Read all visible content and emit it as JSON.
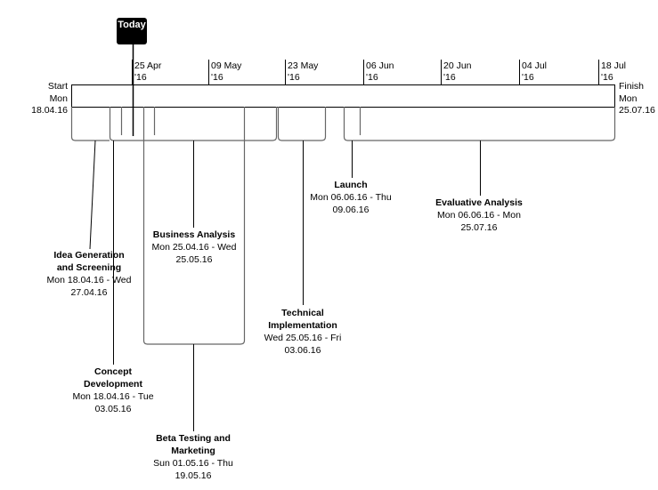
{
  "today_label": "Today",
  "start": {
    "label": "Start",
    "day": "Mon",
    "date": "18.04.16"
  },
  "finish": {
    "label": "Finish",
    "day": "Mon",
    "date": "25.07.16"
  },
  "scale": [
    {
      "date": "25 Apr",
      "year": "'16"
    },
    {
      "date": "09 May",
      "year": "'16"
    },
    {
      "date": "23 May",
      "year": "'16"
    },
    {
      "date": "06 Jun",
      "year": "'16"
    },
    {
      "date": "20 Jun",
      "year": "'16"
    },
    {
      "date": "04 Jul",
      "year": "'16"
    },
    {
      "date": "18 Jul",
      "year": "'16"
    }
  ],
  "tasks": [
    {
      "name1": "Idea Generation",
      "name2": "and Screening",
      "dates1": "Mon 18.04.16 - Wed",
      "dates2": "27.04.16"
    },
    {
      "name1": "Concept",
      "name2": "Development",
      "dates1": "Mon 18.04.16 - Tue",
      "dates2": "03.05.16"
    },
    {
      "name1": "Business Analysis",
      "name2": "",
      "dates1": "Mon 25.04.16 - Wed",
      "dates2": "25.05.16"
    },
    {
      "name1": "Beta Testing and",
      "name2": "Marketing",
      "dates1": "Sun 01.05.16 - Thu",
      "dates2": "19.05.16"
    },
    {
      "name1": "Technical",
      "name2": "Implementation",
      "dates1": "Wed 25.05.16 - Fri",
      "dates2": "03.06.16"
    },
    {
      "name1": "Launch",
      "name2": "",
      "dates1": "Mon 06.06.16 - Thu",
      "dates2": "09.06.16"
    },
    {
      "name1": "Evaluative Analysis",
      "name2": "",
      "dates1": "Mon 06.06.16 - Mon",
      "dates2": "25.07.16"
    }
  ]
}
